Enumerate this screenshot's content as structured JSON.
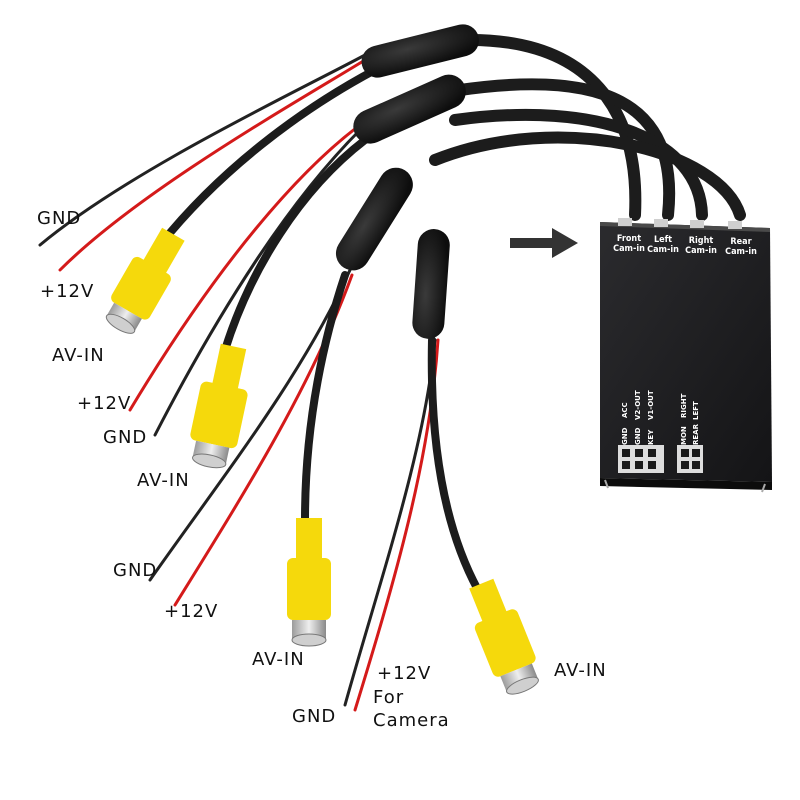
{
  "labels": {
    "gnd_1": "GND",
    "v12_1": "+12V",
    "avin_1": "AV-IN",
    "v12_2": "+12V",
    "gnd_2": "GND",
    "avin_2": "AV-IN",
    "gnd_3": "GND",
    "v12_3": "+12V",
    "avin_3": "AV-IN",
    "v12_4": "+12V",
    "for_camera_1": "For",
    "for_camera_2": "Camera",
    "gnd_4": "GND",
    "avin_4": "AV-IN"
  },
  "box": {
    "front_1": "Front",
    "front_2": "Cam-in",
    "left_1": "Left",
    "left_2": "Cam-in",
    "right_1": "Right",
    "right_2": "Cam-in",
    "rear_1": "Rear",
    "rear_2": "Cam-in",
    "pins": [
      "GND",
      "ACC",
      "GND",
      "V2-OUT",
      "KEY",
      "V1-OUT",
      "MON",
      "RIGHT",
      "REAR",
      "LEFT"
    ]
  },
  "colors": {
    "cable": "#1c1c1c",
    "red_wire": "#d41a1a",
    "rca_yellow": "#f5d90c",
    "box": "#1f1f21"
  }
}
